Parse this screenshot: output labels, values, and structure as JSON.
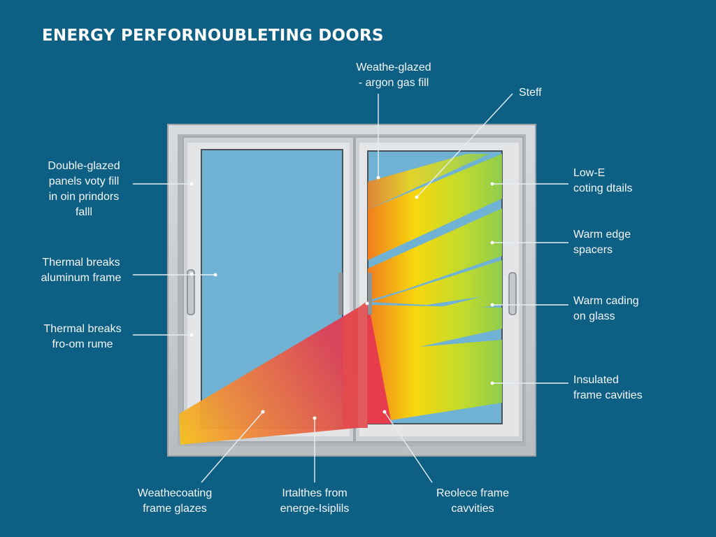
{
  "title": "ENERGY PERFORNOUBLETING DOORS",
  "colors": {
    "background": "#0e5f84",
    "frame": "#c9ccce",
    "glass": "#6fb2d4",
    "heat_red": "#e4464c",
    "heat_orange": "#f39a2a",
    "heat_yellow": "#f6e20c",
    "heat_green": "#95cd3e",
    "leader_line": "#e8eef2"
  },
  "callouts": {
    "top_center": [
      "Weathe-glazed",
      "- argon gas fill"
    ],
    "top_right": [
      "Steff"
    ],
    "left_1": [
      "Double-glazed",
      "panels voty fill",
      "in oin prindors",
      "falll"
    ],
    "left_2": [
      "Thermal breaks",
      "aluminum frame"
    ],
    "left_3": [
      "Thermal breaks",
      "fro-om rume"
    ],
    "right_1": [
      "Low-E",
      "coting dtails"
    ],
    "right_2": [
      "Warm edge",
      "spacers"
    ],
    "right_3": [
      "Warm cading",
      "on glass"
    ],
    "right_4": [
      "Insulated",
      "frame cavities"
    ],
    "bottom_left": [
      "Weathecoating",
      "frame glazes"
    ],
    "bottom_center": [
      "Irtalthes from",
      "energe-Isiplils"
    ],
    "bottom_right": [
      "Reolece frame",
      "cavvities"
    ]
  }
}
